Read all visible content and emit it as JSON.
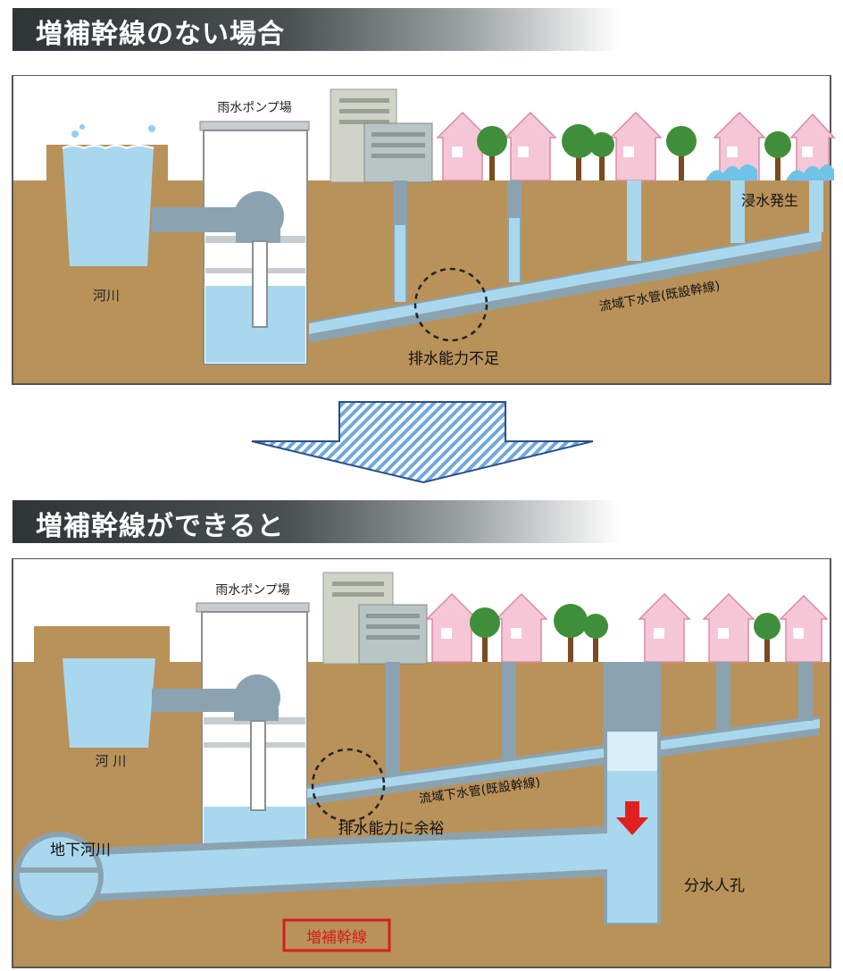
{
  "top_section": {
    "title": "増補幹線のない場合",
    "labels": {
      "pump_station": "雨水ポンプ場",
      "river": "河川",
      "flooding": "浸水発生",
      "sewer_pipe": "流域下水管(既設幹線)",
      "insufficient_capacity": "排水能力不足"
    }
  },
  "bottom_section": {
    "title": "増補幹線ができると",
    "labels": {
      "pump_station": "雨水ポンプ場",
      "river": "河 川",
      "sewer_pipe": "流域下水管(既設幹線)",
      "spare_capacity": "排水能力に余裕",
      "underground_river": "地下河川",
      "diversion_manhole": "分水人孔",
      "trunk_line": "増補幹線"
    }
  },
  "colors": {
    "soil": "#b9925a",
    "sky": "#ffffff",
    "water": "#a9d8ee",
    "pipe": "#8ba3b0",
    "trunk_label": "#d41e1e"
  }
}
